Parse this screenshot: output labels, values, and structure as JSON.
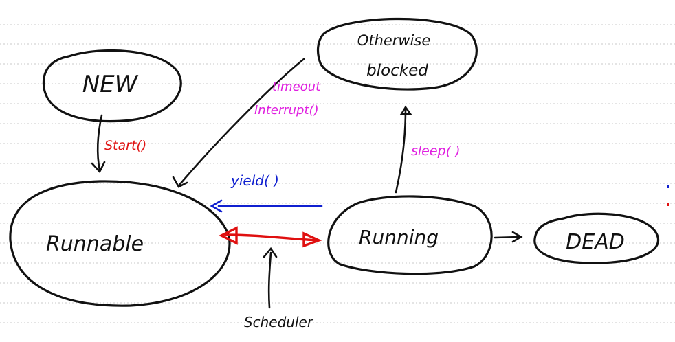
{
  "states": {
    "new": "NEW",
    "runnable": "Runnable",
    "running": "Running",
    "dead": "DEAD",
    "otherwise": "Otherwise",
    "blocked": "blocked"
  },
  "transitions": {
    "start": "Start()",
    "timeout": "timeout",
    "interrupt": "Interrupt()",
    "yield": "yield( )",
    "sleep": "sleep( )",
    "scheduler": "Scheduler"
  },
  "colors": {
    "ink": "#111111",
    "red": "#e01010",
    "magenta": "#e020e0",
    "blue": "#1020d0",
    "ruled_line": "#c8c8c8"
  }
}
